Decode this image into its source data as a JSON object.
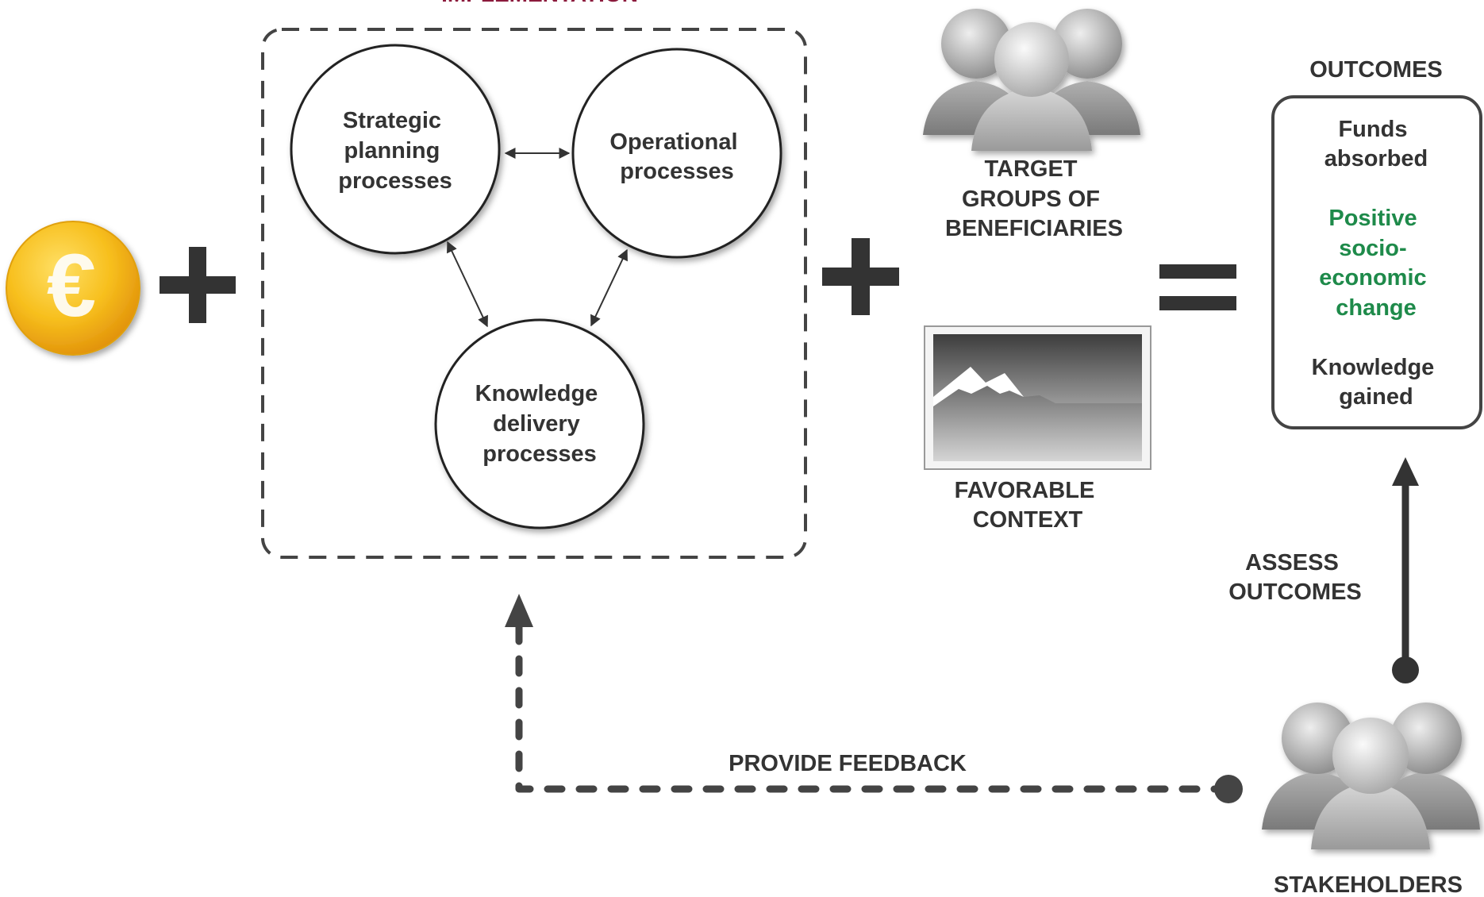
{
  "diagram": {
    "header_label": "IMPLEMENTATION",
    "nodes": {
      "strategic": [
        "Strategic",
        "planning",
        "processes"
      ],
      "operational": [
        "Operational",
        "processes"
      ],
      "knowledge": [
        "Knowledge",
        "delivery",
        "processes"
      ]
    },
    "target_groups": [
      "TARGET",
      "GROUPS OF",
      "BENEFICIARIES"
    ],
    "context": [
      "FAVORABLE",
      "CONTEXT"
    ],
    "outcomes": {
      "title": "OUTCOMES",
      "funds": [
        "Funds",
        "absorbed"
      ],
      "change": [
        "Positive",
        "socio-",
        "economic",
        "change"
      ],
      "knowledge": [
        "Knowledge",
        "gained"
      ]
    },
    "assess": [
      "ASSESS",
      "OUTCOMES"
    ],
    "feedback": "PROVIDE FEEDBACK",
    "stakeholders": "STAKEHOLDERS",
    "euro_symbol": "€",
    "operators": {
      "plus": "+",
      "equals": "="
    }
  },
  "colors": {
    "text": "#333333",
    "accent_green": "#1e8a4a",
    "header_maroon": "#8b1a3c",
    "coin_gold": "#f2b51a"
  },
  "icons": {
    "currency": "euro-coin-icon",
    "people": "people-group-icon",
    "landscape": "landscape-picture-icon"
  }
}
